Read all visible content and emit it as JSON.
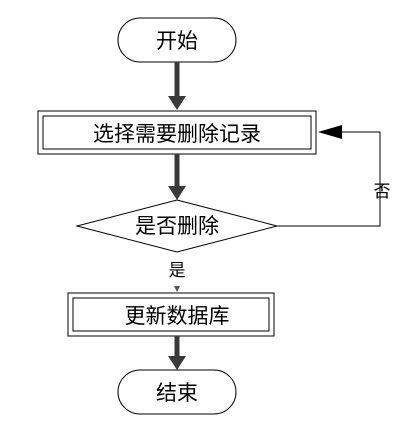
{
  "flowchart": {
    "start": "开始",
    "select": "选择需要删除记录",
    "decision": "是否删除",
    "yes": "是",
    "no": "否",
    "update": "更新数据库",
    "end": "结束"
  }
}
